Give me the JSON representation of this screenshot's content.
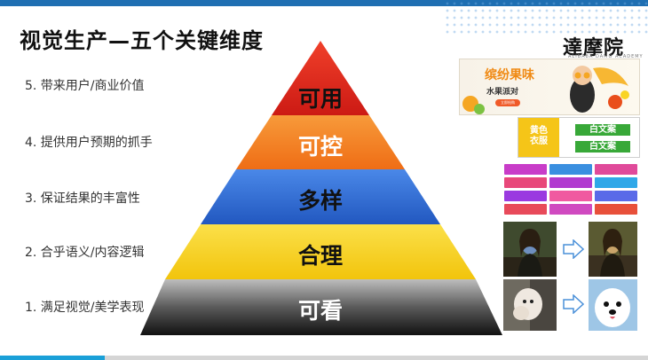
{
  "title": "视觉生产—五个关键维度",
  "logo": {
    "text": "達摩院",
    "subtitle": "ALIBABA DAMO ACADEMY"
  },
  "dimensions": [
    {
      "label": "5.  带来用户/商业价值"
    },
    {
      "label": "4.  提供用户预期的抓手"
    },
    {
      "label": "3.  保证结果的丰富性"
    },
    {
      "label": "2.  合乎语义/内容逻辑"
    },
    {
      "label": "1.  满足视觉/美学表现"
    }
  ],
  "pyramid": {
    "levels": [
      {
        "label": "可用",
        "color": "#e0241b",
        "text_color": "#111111"
      },
      {
        "label": "可控",
        "color": "#f47b20",
        "text_color": "#ffffff"
      },
      {
        "label": "多样",
        "color": "#2f6fd6",
        "text_color": "#111111"
      },
      {
        "label": "合理",
        "color": "#f7d21c",
        "text_color": "#111111"
      },
      {
        "label": "可看",
        "color": "#4a4a4a",
        "text_color": "#ffffff"
      }
    ]
  },
  "examples": {
    "banner": {
      "title": "缤纷果味",
      "subtitle": "水果派对",
      "button": "立即抢购"
    },
    "layout_card": {
      "yellow_text": "黄色衣服",
      "green_text_1": "白文案",
      "green_text_2": "白文案"
    }
  },
  "colors": {
    "accent_blue": "#1aa0d8",
    "top_bar": "#1f6fb2"
  }
}
